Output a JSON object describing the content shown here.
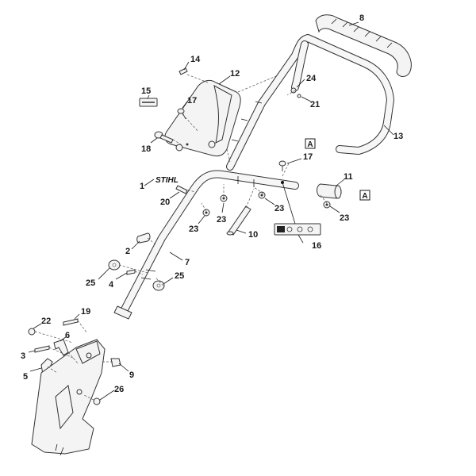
{
  "brand_mark": "STIHL",
  "reference_tag": "A",
  "callouts": [
    "1",
    "2",
    "3",
    "4",
    "5",
    "6",
    "7",
    "8",
    "9",
    "10",
    "11",
    "12",
    "13",
    "14",
    "15",
    "16",
    "17",
    "17",
    "18",
    "19",
    "20",
    "21",
    "22",
    "23",
    "23",
    "23",
    "23",
    "24",
    "25",
    "25",
    "26"
  ]
}
